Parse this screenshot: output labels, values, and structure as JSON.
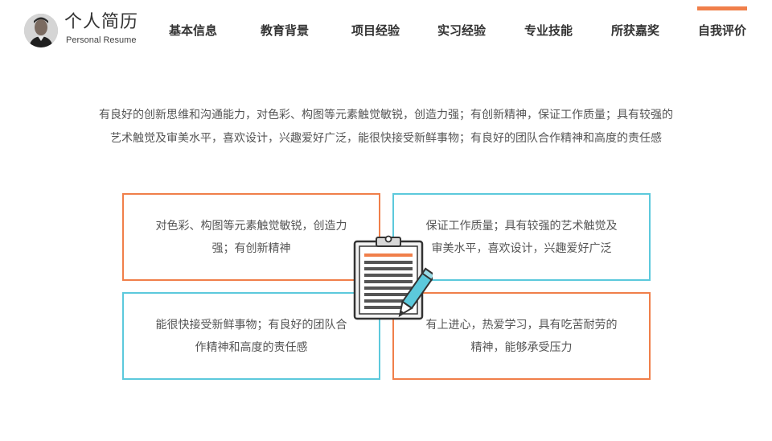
{
  "brand": {
    "title": "个人简历",
    "subtitle": "Personal Resume",
    "avatar_icon": "person-avatar-icon"
  },
  "nav": {
    "items": [
      {
        "label": "基本信息",
        "active": false
      },
      {
        "label": "教育背景",
        "active": false
      },
      {
        "label": "项目经验",
        "active": false
      },
      {
        "label": "实习经验",
        "active": false
      },
      {
        "label": "专业技能",
        "active": false
      },
      {
        "label": "所获嘉奖",
        "active": false
      },
      {
        "label": "自我评价",
        "active": true
      }
    ],
    "active_color": "#f07f4a"
  },
  "summary": {
    "line1": "有良好的创新思维和沟通能力，对色彩、构图等元素触觉敏锐，创造力强；有创新精神，保证工作质量；具有较强的",
    "line2": "艺术触觉及审美水平，喜欢设计，兴趣爱好广泛，能很快接受新鲜事物；有良好的团队合作精神和高度的责任感"
  },
  "boxes": {
    "top_left": {
      "line1": "对色彩、构图等元素触觉敏锐，创造力",
      "line2": "强；有创新精神",
      "color": "#f07f4a"
    },
    "top_right": {
      "line1": "保证工作质量；具有较强的艺术触觉及",
      "line2": "审美水平，喜欢设计，兴趣爱好广泛",
      "color": "#5cc9dc"
    },
    "bottom_left": {
      "line1": "能很快接受新鲜事物；有良好的团队合",
      "line2": "作精神和高度的责任感",
      "color": "#5cc9dc"
    },
    "bottom_right": {
      "line1": "有上进心，热爱学习，具有吃苦耐劳的",
      "line2": "精神，能够承受压力",
      "color": "#f07f4a"
    }
  },
  "center_icon": "clipboard-pencil-icon"
}
